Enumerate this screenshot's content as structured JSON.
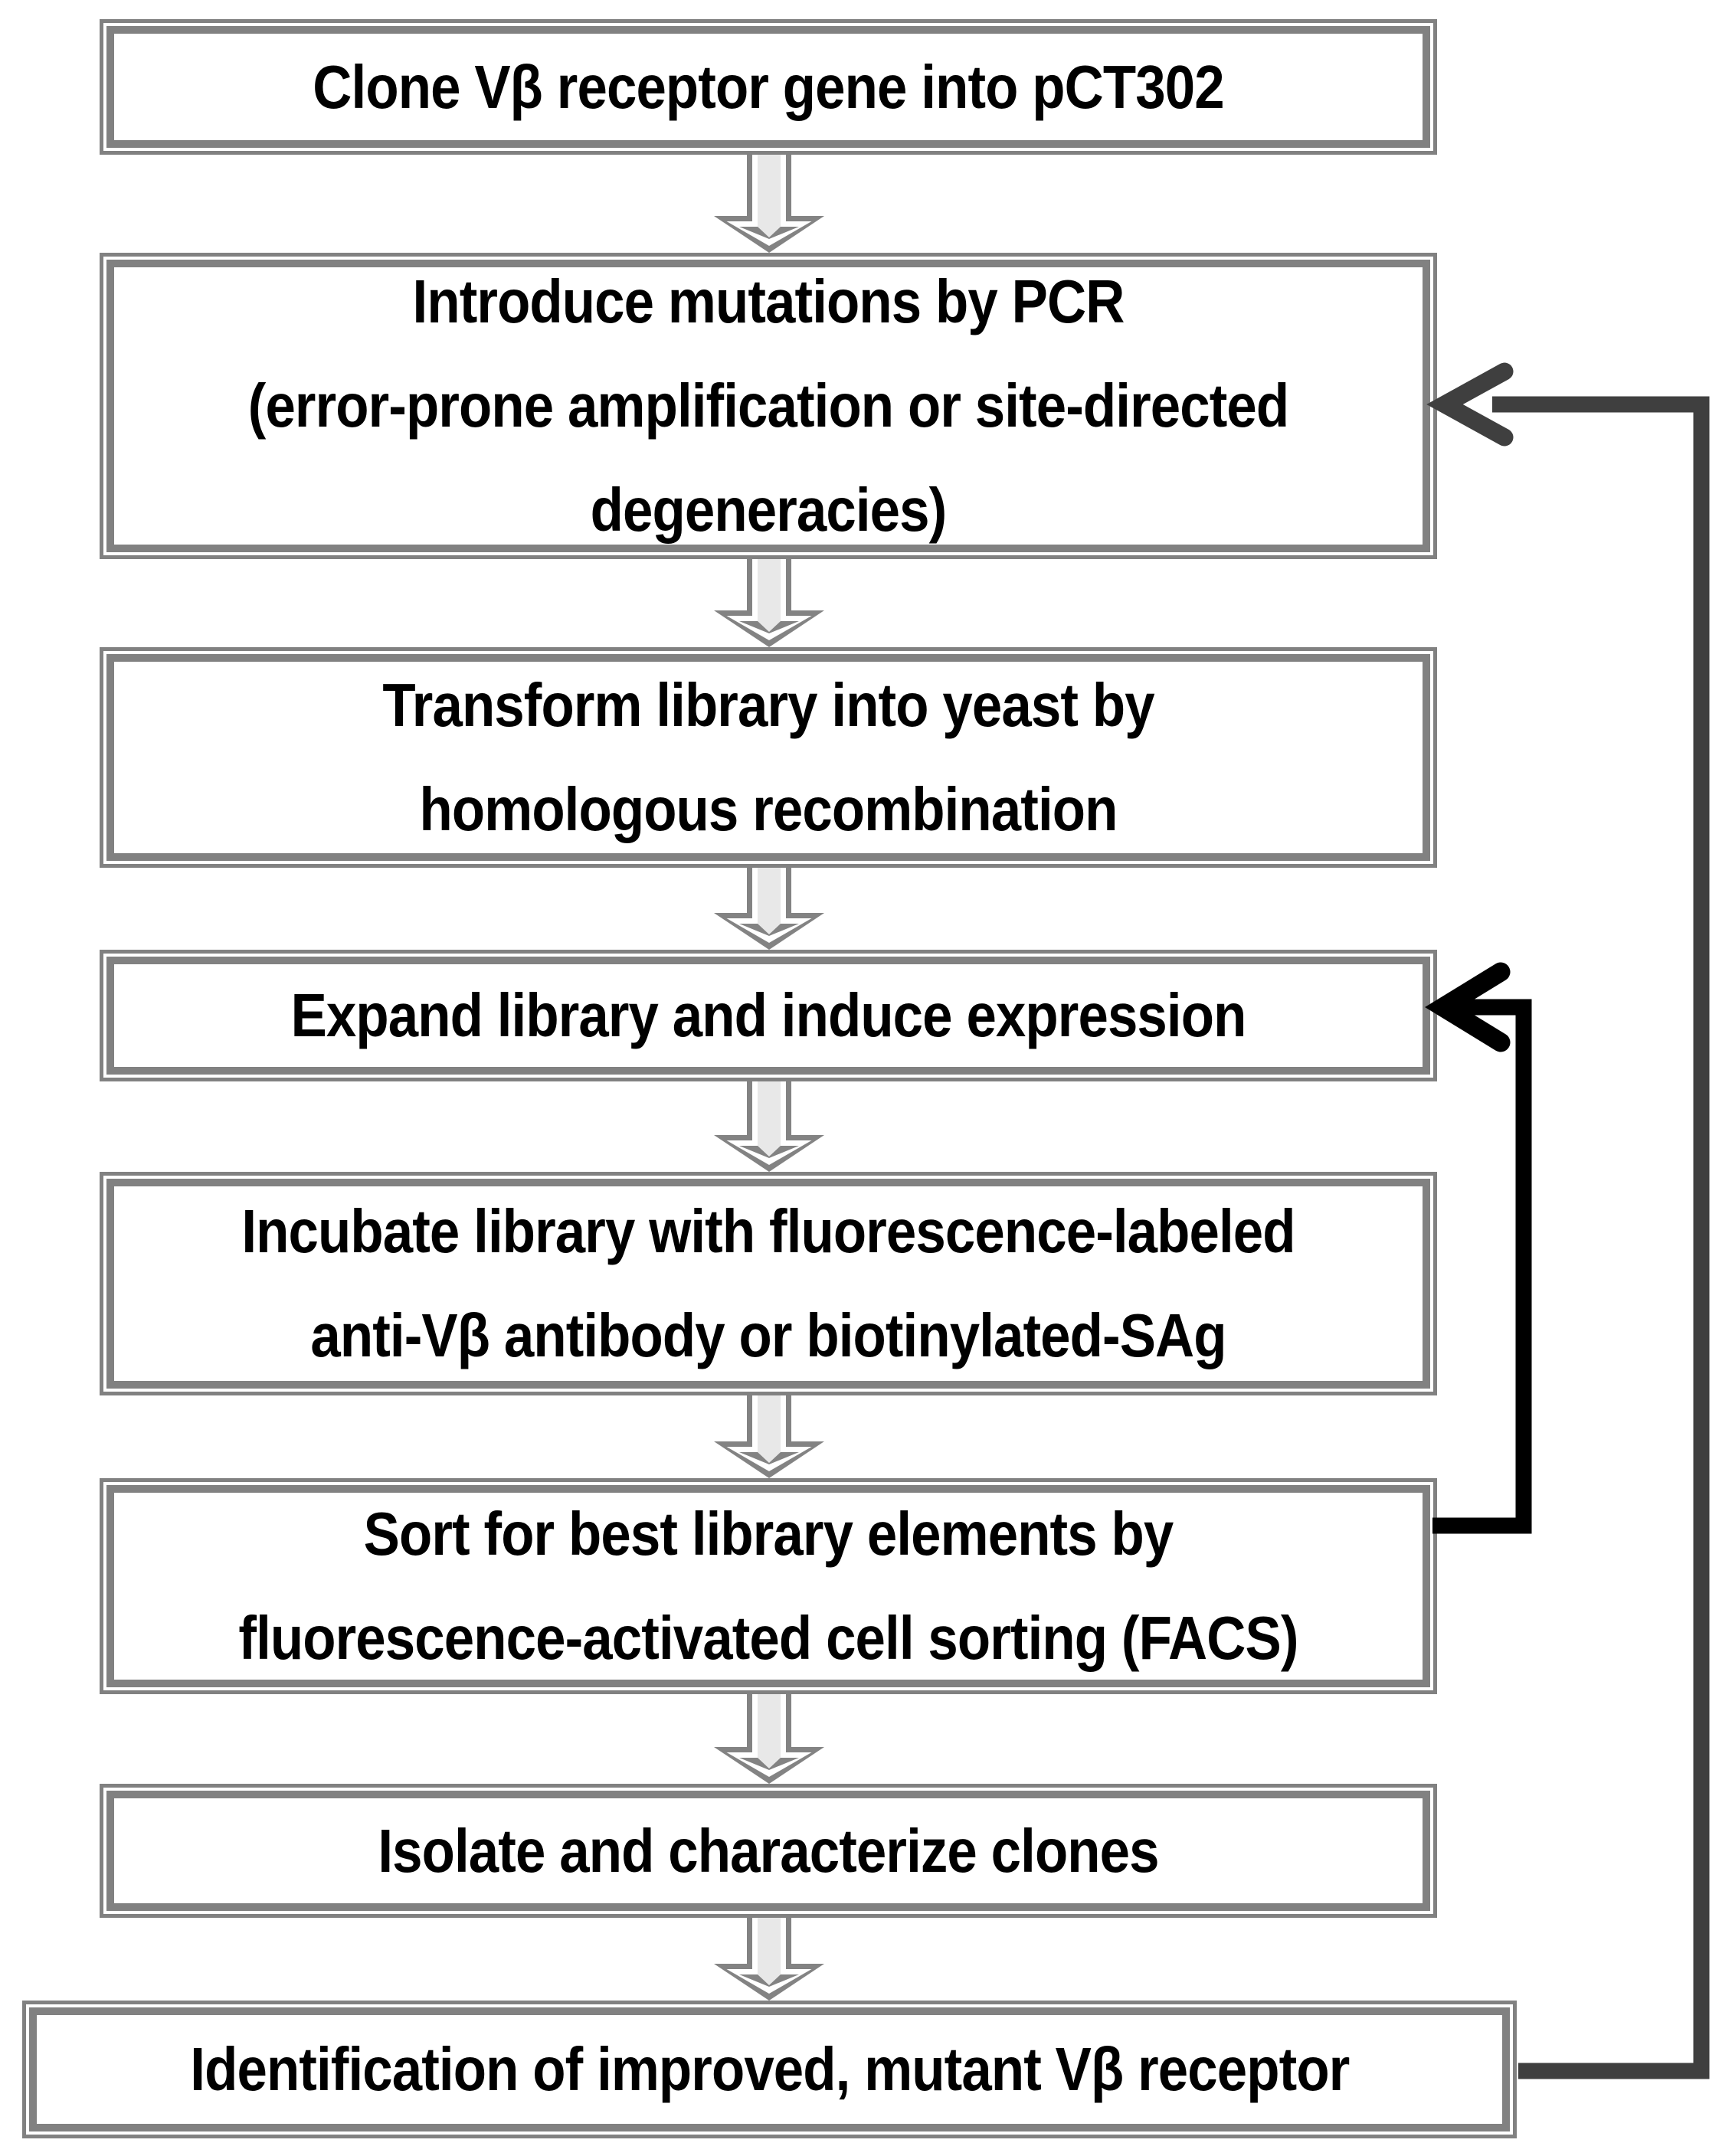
{
  "figure": {
    "kind": "flowchart",
    "background": "#ffffff"
  },
  "colors": {
    "box_border": "#818181",
    "box_fill": "#ffffff",
    "text": "#000000",
    "connector_gray": "#838383",
    "connector_highlight": "#e8e8e8",
    "connector_outline": "#ffffff",
    "feedback_inner_loop": "#000000",
    "feedback_outer_loop": "#3f3f3f"
  },
  "boxes": [
    {
      "id": "box-1",
      "lines": [
        "Clone Vβ receptor gene into pCT302"
      ]
    },
    {
      "id": "box-2",
      "lines": [
        "Introduce mutations by PCR",
        "(error-prone amplification or site-directed",
        "degeneracies)"
      ]
    },
    {
      "id": "box-3",
      "lines": [
        "Transform library into yeast by",
        "homologous recombination"
      ]
    },
    {
      "id": "box-4",
      "lines": [
        "Expand library and induce expression"
      ]
    },
    {
      "id": "box-5",
      "lines": [
        "Incubate library with fluorescence-labeled",
        "anti-Vβ antibody or biotinylated-SAg"
      ]
    },
    {
      "id": "box-6",
      "lines": [
        "Sort for best library elements by",
        "fluorescence-activated cell sorting (FACS)"
      ]
    },
    {
      "id": "box-7",
      "lines": [
        "Isolate and characterize clones"
      ]
    },
    {
      "id": "box-8",
      "lines": [
        "Identification of improved, mutant Vβ receptor"
      ]
    }
  ],
  "connections": {
    "sequence": [
      "box-1",
      "box-2",
      "box-3",
      "box-4",
      "box-5",
      "box-6",
      "box-7",
      "box-8"
    ],
    "feedback_loops": [
      {
        "name": "sort-to-expand",
        "from": "box-6",
        "to": "box-4",
        "color": "#000000"
      },
      {
        "name": "identification-to-mutation",
        "from": "box-8",
        "to": "box-2",
        "color": "#3f3f3f"
      }
    ]
  }
}
